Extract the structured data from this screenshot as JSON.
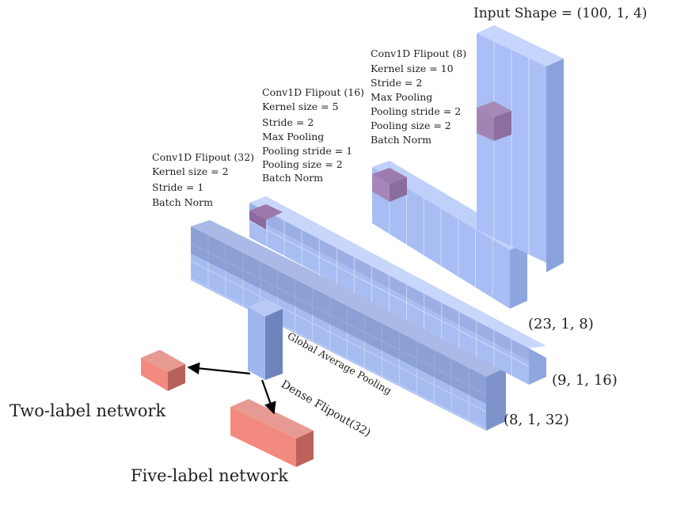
{
  "input_shape_label": "Input Shape = (100, 1, 4)",
  "layers": [
    {
      "name": "Conv1D Flipout (8)",
      "lines": [
        "Kernel size = 10",
        "Stride = 2",
        "Max Pooling",
        "Pooling stride = 2",
        "Pooling size = 2",
        "Batch Norm"
      ],
      "output_shape": "(23, 1, 8)"
    },
    {
      "name": "Conv1D Flipout (16)",
      "lines": [
        "Kernel size = 5",
        "Stride = 2",
        "Max Pooling",
        "Pooling stride = 1",
        "Pooling size = 2",
        "Batch Norm"
      ],
      "output_shape": "(9, 1, 16)"
    },
    {
      "name": "Conv1D Flipout (32)",
      "lines": [
        "Kernel size = 2",
        "Stride = 1",
        "Batch Norm"
      ],
      "output_shape": "(8, 1, 32)"
    }
  ],
  "global_pool_label": "Global Average Pooling",
  "dense_label": "Dense Flipout(32)",
  "two_label": "Two-label network",
  "five_label": "Five-label network",
  "colors": {
    "blue_front": "#a9bff5",
    "blue_right": "#8aa2dc",
    "blue_top": "#c6d5fb",
    "purple": "#9a7fb0",
    "red": "#f08a80",
    "red_dark": "#b85a55"
  }
}
